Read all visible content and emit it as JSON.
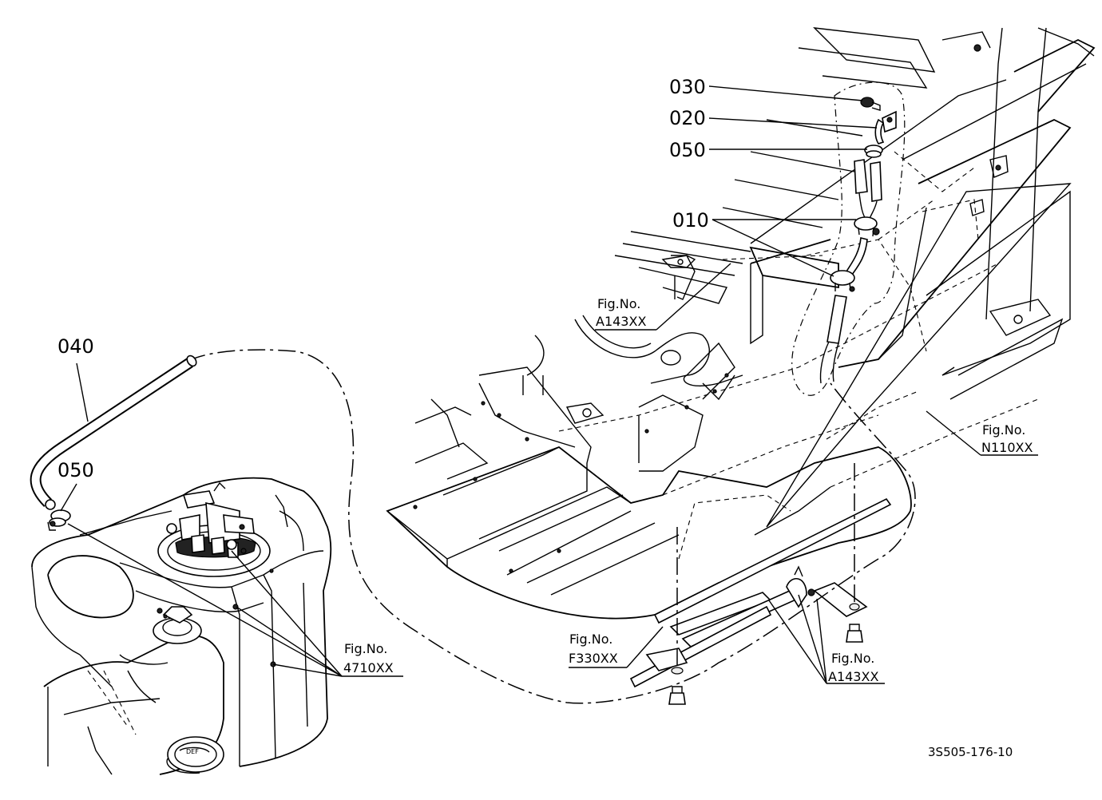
{
  "callouts": {
    "p030": "030",
    "p020": "020",
    "p050_top": "050",
    "p010": "010",
    "p040": "040",
    "p050_left": "050"
  },
  "figure_refs": {
    "a143_top": {
      "label": "Fig.No.",
      "code": "A143XX"
    },
    "n110": {
      "label": "Fig.No.",
      "code": "N110XX"
    },
    "f330": {
      "label": "Fig.No.",
      "code": "F330XX"
    },
    "a143_bottom": {
      "label": "Fig.No.",
      "code": "A143XX"
    },
    "t4710": {
      "label": "Fig.No.",
      "code": "4710XX"
    }
  },
  "document_id": "3S505-176-10"
}
